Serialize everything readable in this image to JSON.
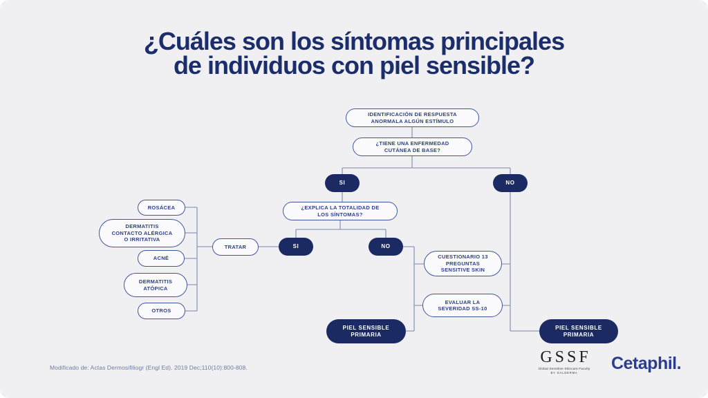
{
  "colors": {
    "slide_background": "#f0f0f2",
    "title_navy": "#1b2e6b",
    "node_border_blue": "#3e549f",
    "node_text_blue": "#2a3f8a",
    "dark_pill_navy": "#1b2a63",
    "connector_gray_blue": "#8f98b8",
    "citation_gray": "#6f7a9e",
    "cetaphil_blue": "#2b3e8e"
  },
  "title": {
    "line1": "¿Cuáles son los síntomas principales",
    "line2": "de individuos con piel sensible?"
  },
  "flowchart": {
    "nodes": {
      "identificacion": {
        "lines": [
          "IDENTIFICACIÓN DE RESPUESTA",
          "ANORMALA ALGÚN ESTÍMULO"
        ]
      },
      "tiene_enfermedad": {
        "lines": [
          "¿TIENE UNA ENFERMEDAD",
          "CUTÁNEA DE BASE?"
        ]
      },
      "si_1": {
        "lines": [
          "SI"
        ]
      },
      "no_1": {
        "lines": [
          "NO"
        ]
      },
      "explica": {
        "lines": [
          "¿EXPLICA LA TOTALIDAD DE",
          "LOS SÍNTOMAS?"
        ]
      },
      "si_2": {
        "lines": [
          "SI"
        ]
      },
      "no_2": {
        "lines": [
          "NO"
        ]
      },
      "tratar": {
        "lines": [
          "TRATAR"
        ]
      },
      "rosacea": {
        "lines": [
          "ROSÁCEA"
        ]
      },
      "dermatitis_contacto": {
        "lines": [
          "DERMATITIS",
          "CONTACTO ALÉRGICA",
          "O IRRITATIVA"
        ]
      },
      "acne": {
        "lines": [
          "ACNÉ"
        ]
      },
      "dermatitis_atopica": {
        "lines": [
          "DERMATITIS",
          "ATÓPICA"
        ]
      },
      "otros": {
        "lines": [
          "OTROS"
        ]
      },
      "cuestionario": {
        "lines": [
          "CUESTIONARIO 13",
          "PREGUNTAS",
          "SENSITIVE SKIN"
        ]
      },
      "evaluar": {
        "lines": [
          "EVALUAR LA",
          "SEVERIDAD SS-10"
        ]
      },
      "piel_sensible_izq": {
        "lines": [
          "PIEL SENSIBLE",
          "PRIMARIA"
        ]
      },
      "piel_sensible_der": {
        "lines": [
          "PIEL SENSIBLE",
          "PRIMARIA"
        ]
      }
    }
  },
  "footer": {
    "citation": "Modificado de: Actas Dermosifiliogr (Engl Ed). 2019 Dec;110(10):800-808."
  },
  "logos": {
    "gssf": {
      "text": "GSSF",
      "tagline": "Global Sensitive Skincare Faculty",
      "subtagline": "BY GALDERMA"
    },
    "cetaphil": {
      "text": "Cetaphil."
    }
  }
}
